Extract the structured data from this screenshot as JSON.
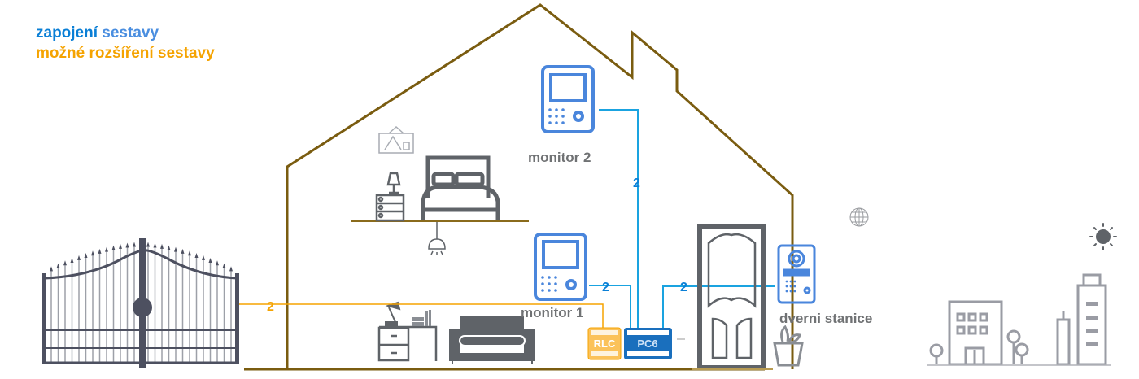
{
  "legend": {
    "connection_word1": "zapojení",
    "connection_word2": "sestavy",
    "extension": "možné rozšíření sestavy"
  },
  "devices": {
    "monitor2_label": "monitor 2",
    "monitor1_label": "monitor 1",
    "door_station_label": "dverni stanice",
    "rlc_label": "RLC",
    "pc6_label": "PC6"
  },
  "wires": {
    "monitor2_to_pc6": "2",
    "monitor1_to_pc6": "2",
    "door_station_to_pc6": "2",
    "gate_to_rlc": "2"
  },
  "colors": {
    "system_wire": "#1aa3e0",
    "system_text": "#0a7fd6",
    "extension": "#f5a300",
    "house_outline": "#7a5c10",
    "device_blue": "#4a86dc",
    "pc6_fill": "#1a6fbd",
    "furniture": "#5f6368",
    "label_gray": "#707274"
  }
}
